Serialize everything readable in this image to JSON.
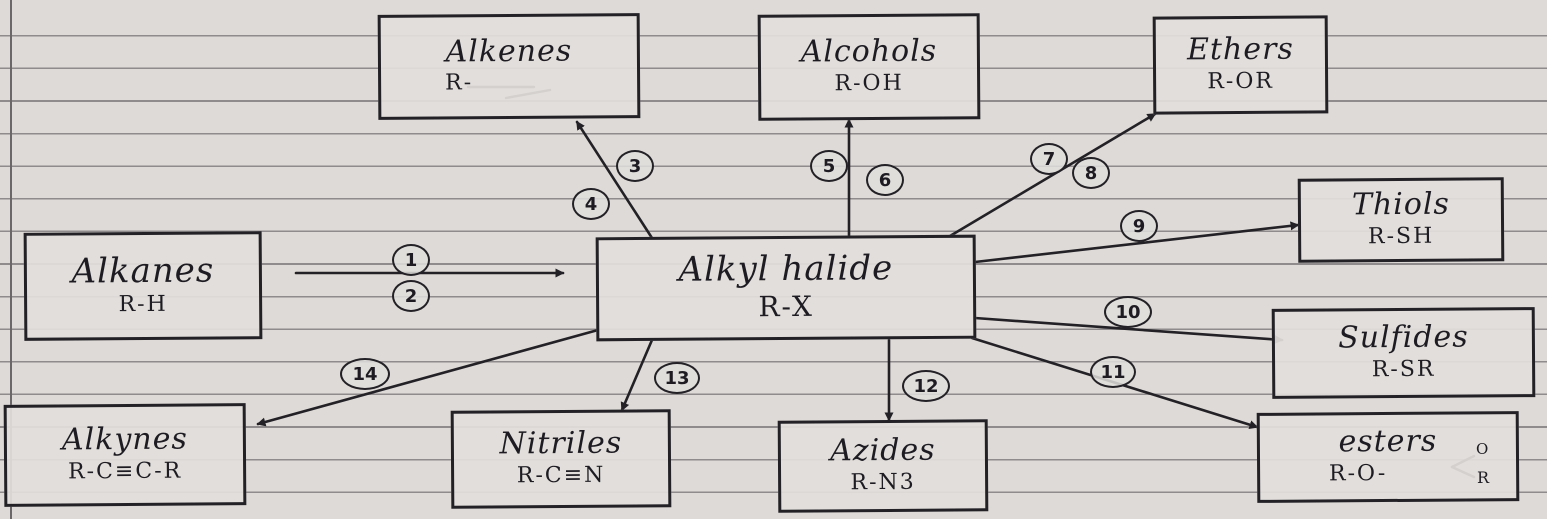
{
  "center": {
    "name": "Alkyl halide",
    "formula": "R-X"
  },
  "nodes": {
    "alkanes": {
      "name": "Alkanes",
      "formula": "R-H"
    },
    "alkenes": {
      "name": "Alkenes",
      "formula": "R-"
    },
    "alcohols": {
      "name": "Alcohols",
      "formula": "R-OH"
    },
    "ethers": {
      "name": "Ethers",
      "formula": "R-OR"
    },
    "thiols": {
      "name": "Thiols",
      "formula": "R-SH"
    },
    "sulfides": {
      "name": "Sulfides",
      "formula": "R-SR"
    },
    "esters": {
      "name": "esters",
      "formula": "R-O-"
    },
    "azides": {
      "name": "Azides",
      "formula": "R-N3"
    },
    "nitriles": {
      "name": "Nitriles",
      "formula": "R-C≡N"
    },
    "alkynes": {
      "name": "Alkynes",
      "formula": "R-C≡C-R"
    }
  },
  "ester_substituents": {
    "o": "O",
    "r": "R"
  },
  "reaction_numbers": [
    "1",
    "2",
    "3",
    "4",
    "5",
    "6",
    "7",
    "8",
    "9",
    "10",
    "11",
    "12",
    "13",
    "14"
  ],
  "colors": {
    "ink": "#232126",
    "paper": "#dedad7",
    "rule": "#8f8b8c"
  }
}
